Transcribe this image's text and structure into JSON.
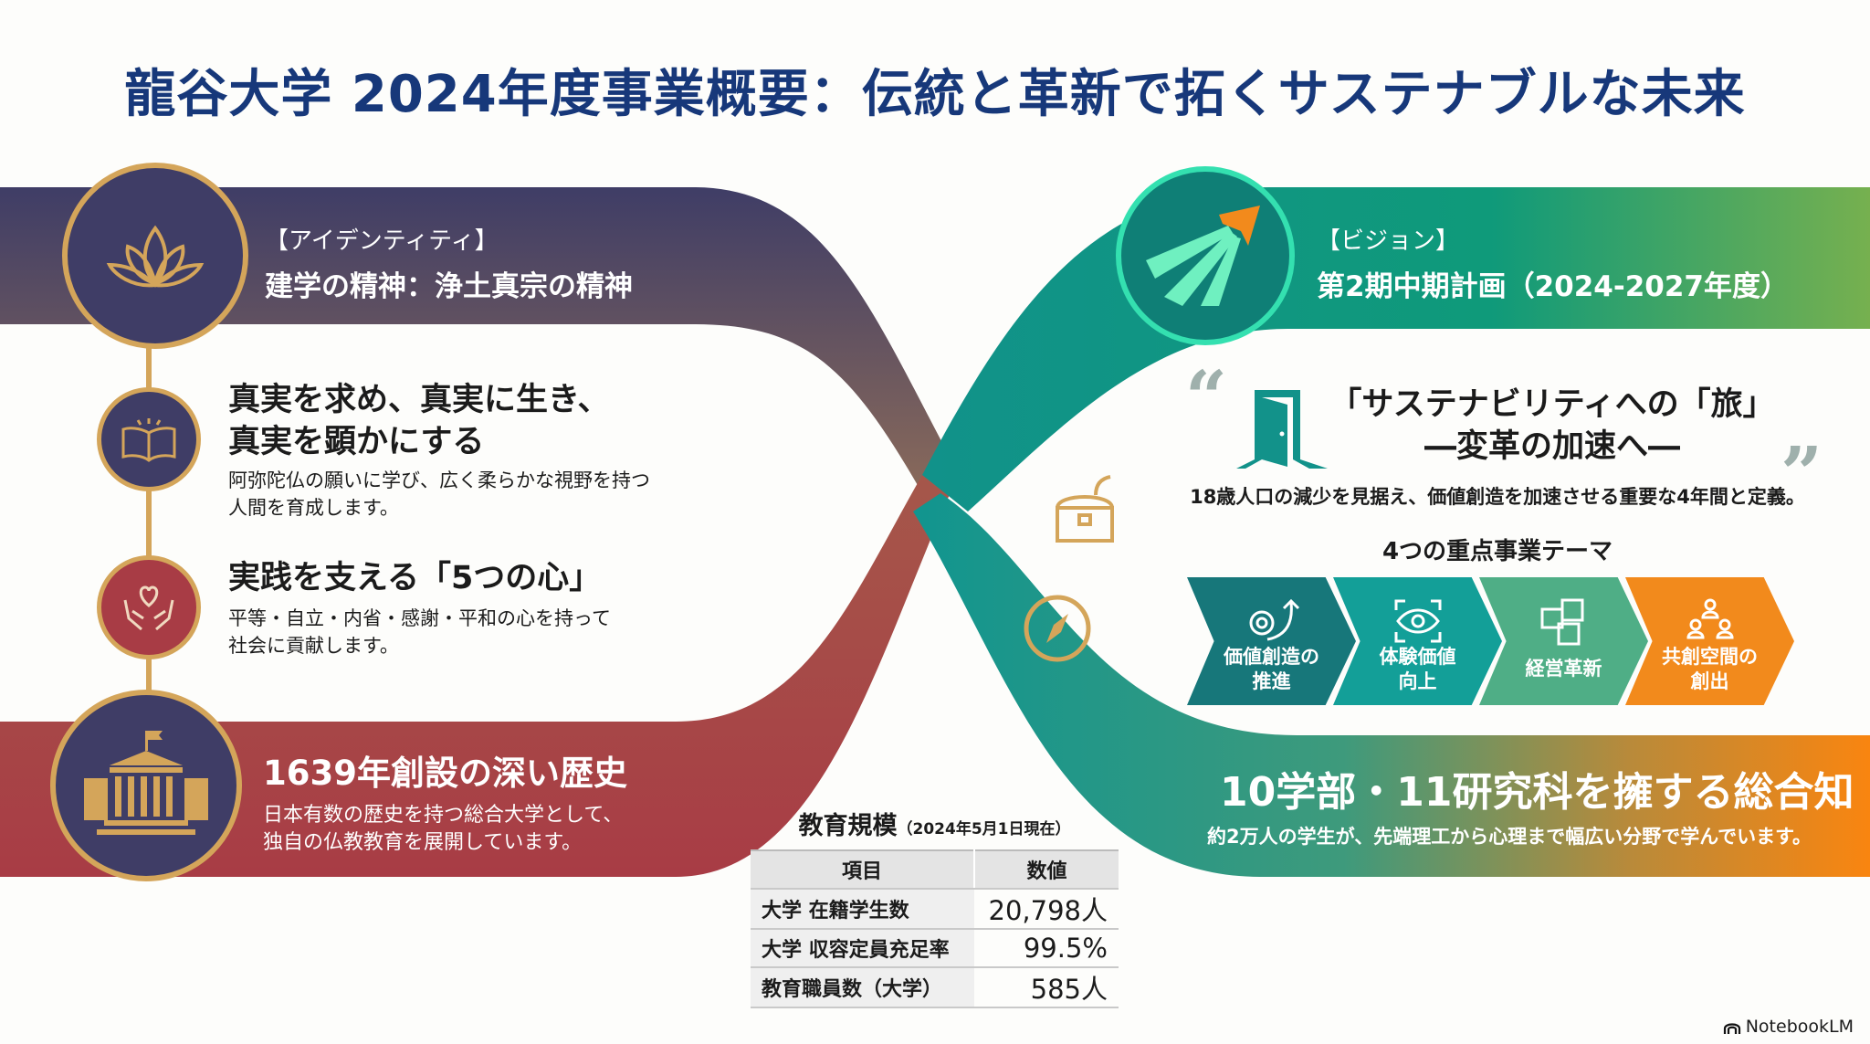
{
  "title": "龍谷大学 2024年度事業概要：伝統と革新で拓くサステナブルな未来",
  "colors": {
    "title": "#17387a",
    "identity_band": "#3f3d66",
    "history_band": "#a83c45",
    "vision_band": "#0f9a86",
    "gold": "#d4a55a",
    "orange": "#f28a1c"
  },
  "identity": {
    "label": "【アイデンティティ】",
    "heading": "建学の精神：浄土真宗の精神",
    "icon": "lotus-icon"
  },
  "truth": {
    "heading_1": "真実を求め、真実に生き、",
    "heading_2": "真実を顕かにする",
    "body_1": "阿弥陀仏の願いに学び、広く柔らかな視野を持つ",
    "body_2": "人間を育成します。",
    "icon": "open-book-icon"
  },
  "five_hearts": {
    "heading": "実践を支える「5つの心」",
    "body_1": "平等・自立・内省・感謝・平和の心を持って",
    "body_2": "社会に貢献します。",
    "icon": "heart-hands-icon"
  },
  "history": {
    "heading": "1639年創設の深い歴史",
    "body_1": "日本有数の歴史を持つ総合大学として、",
    "body_2": "独自の仏教教育を展開しています。",
    "icon": "university-building-icon"
  },
  "vision": {
    "label": "【ビジョン】",
    "heading": "第2期中期計画（2024-2027年度）",
    "icon": "arrow-rising-icon"
  },
  "quote": {
    "line_1": "「サステナビリティへの「旅」",
    "line_2": "―変革の加速へ―",
    "desc": "18歳人口の減少を見据え、価値創造を加速させる重要な4年間と定義。",
    "open_mark": "“",
    "close_mark": "”"
  },
  "themes": {
    "title": "4つの重点事業テーマ",
    "items": [
      {
        "line_1": "価値創造の",
        "line_2": "推進",
        "icon": "gear-arrow-icon",
        "color": "#17777a"
      },
      {
        "line_1": "体験価値",
        "line_2": "向上",
        "icon": "eye-icon",
        "color": "#139f98"
      },
      {
        "line_1": "経営革新",
        "line_2": "",
        "icon": "puzzle-icon",
        "color": "#4fae86"
      },
      {
        "line_1": "共創空間の",
        "line_2": "創出",
        "icon": "people-circle-icon",
        "color": "#f28a1c"
      }
    ]
  },
  "faculties": {
    "heading": "10学部・11研究科を擁する総合知",
    "body": "約2万人の学生が、先端理工から心理まで幅広い分野で学んでいます。"
  },
  "scale": {
    "title": "教育規模",
    "as_of": "（2024年5月1日現在）",
    "headers": [
      "項目",
      "数値"
    ],
    "rows": [
      {
        "item": "大学 在籍学生数",
        "value": "20,798人"
      },
      {
        "item": "大学 収容定員充足率",
        "value": "99.5%"
      },
      {
        "item": "教育職員数（大学）",
        "value": "585人"
      }
    ]
  },
  "footer": {
    "brand": "NotebookLM"
  }
}
